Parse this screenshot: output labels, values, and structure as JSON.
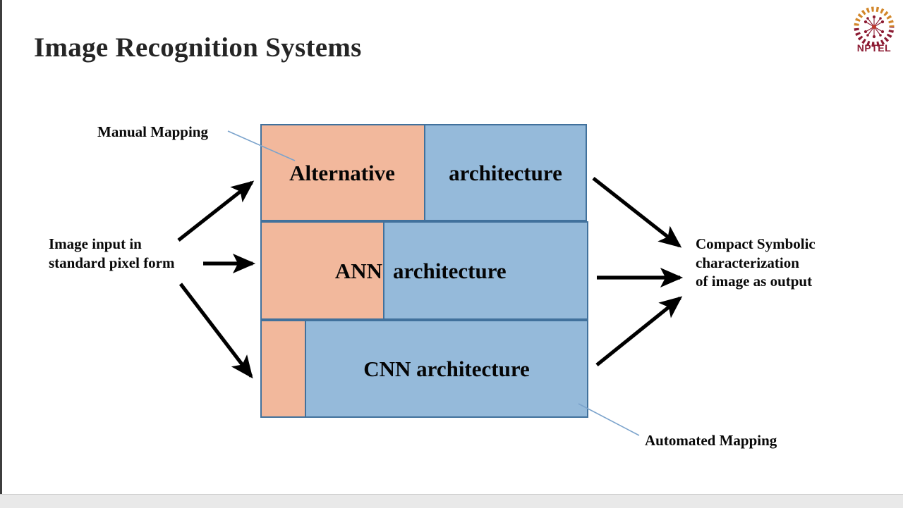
{
  "slide": {
    "title": "Image Recognition Systems",
    "background_color": "#ffffff"
  },
  "branding": {
    "logo_name": "nptel-logo",
    "wordmark": "NPTEL",
    "wordmark_color": "#8c1b33",
    "ring_left_color": "#d2862a",
    "ring_right_color": "#8c1b33"
  },
  "palette": {
    "manual_fill": "#f2b89c",
    "automated_fill": "#95bada",
    "box_border": "#41719c",
    "leader_line": "#7ba3cc",
    "arrow": "#000000",
    "title_color": "#252525"
  },
  "diagram": {
    "name": "image-recognition-architecture-comparison",
    "rows": [
      {
        "id": "alternative",
        "manual_label": "Alternative",
        "automated_label": "architecture",
        "manual_fraction": 0.5,
        "automated_fraction": 0.5
      },
      {
        "id": "ann",
        "manual_label": "ANN",
        "automated_label": "architecture",
        "manual_fraction": 0.375,
        "automated_fraction": 0.625
      },
      {
        "id": "cnn",
        "manual_label": "",
        "automated_label": "CNN architecture",
        "manual_fraction": 0.14,
        "automated_fraction": 0.86
      }
    ]
  },
  "annotations": {
    "manual_mapping": "Manual Mapping",
    "automated_mapping": "Automated Mapping",
    "input_line1": "Image input  in",
    "input_line2": "standard pixel  form",
    "output_line1": "Compact Symbolic",
    "output_line2": "characterization",
    "output_line3": "of image as output"
  }
}
